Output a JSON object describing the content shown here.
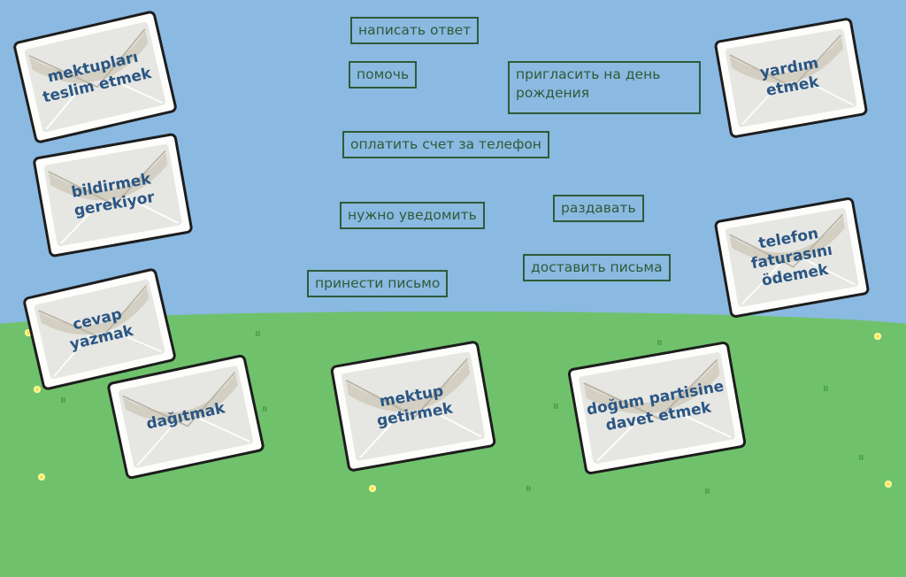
{
  "russian_cards": [
    "написать ответ",
    "помочь",
    "пригласить на день рождения",
    "оплатить счет за телефон",
    "нужно уведомить",
    "раздавать",
    "доставить письма",
    "принести письмо"
  ],
  "turkish_envelopes": [
    "mektupları teslim etmek",
    "bildirmek gerekiyor",
    "cevap yazmak",
    "dağıtmak",
    "mektup getirmek",
    "doğum partisine davet etmek",
    "yardım etmek",
    "telefon faturasını ödemek"
  ],
  "colors": {
    "sky": "#8ab9e2",
    "grass": "#6fc26b",
    "card_text": "#2f5b37",
    "envelope_text": "#2a5683"
  }
}
